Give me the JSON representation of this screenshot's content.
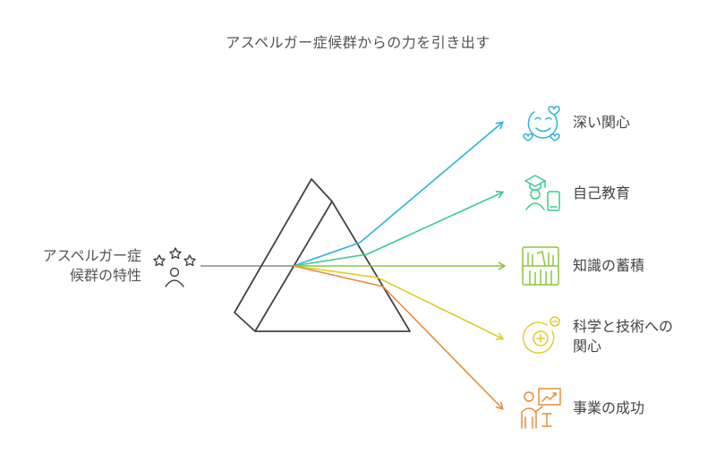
{
  "title": "アスペルガー症候群からの力を引き出す",
  "input": {
    "label_line1": "アスペルガー症",
    "label_line2": "候群の特性",
    "icon": "stars-person-icon",
    "beam_color": "#888888"
  },
  "outputs": [
    {
      "id": "deep-interest",
      "label_line1": "深い関心",
      "label_line2": "",
      "icon": "happy-face-hearts-icon",
      "color": "#2fb3d8"
    },
    {
      "id": "self-education",
      "label_line1": "自己教育",
      "label_line2": "",
      "icon": "graduate-device-icon",
      "color": "#3ccc8e"
    },
    {
      "id": "knowledge-accumulation",
      "label_line1": "知識の蓄積",
      "label_line2": "",
      "icon": "bookshelf-icon",
      "color": "#8cc63f"
    },
    {
      "id": "science-tech-interest",
      "label_line1": "科学と技術への",
      "label_line2": "関心",
      "icon": "plus-minus-circle-icon",
      "color": "#e0cc28"
    },
    {
      "id": "career-success",
      "label_line1": "事業の成功",
      "label_line2": "",
      "icon": "presenter-chart-icon",
      "color": "#e3903a"
    }
  ]
}
